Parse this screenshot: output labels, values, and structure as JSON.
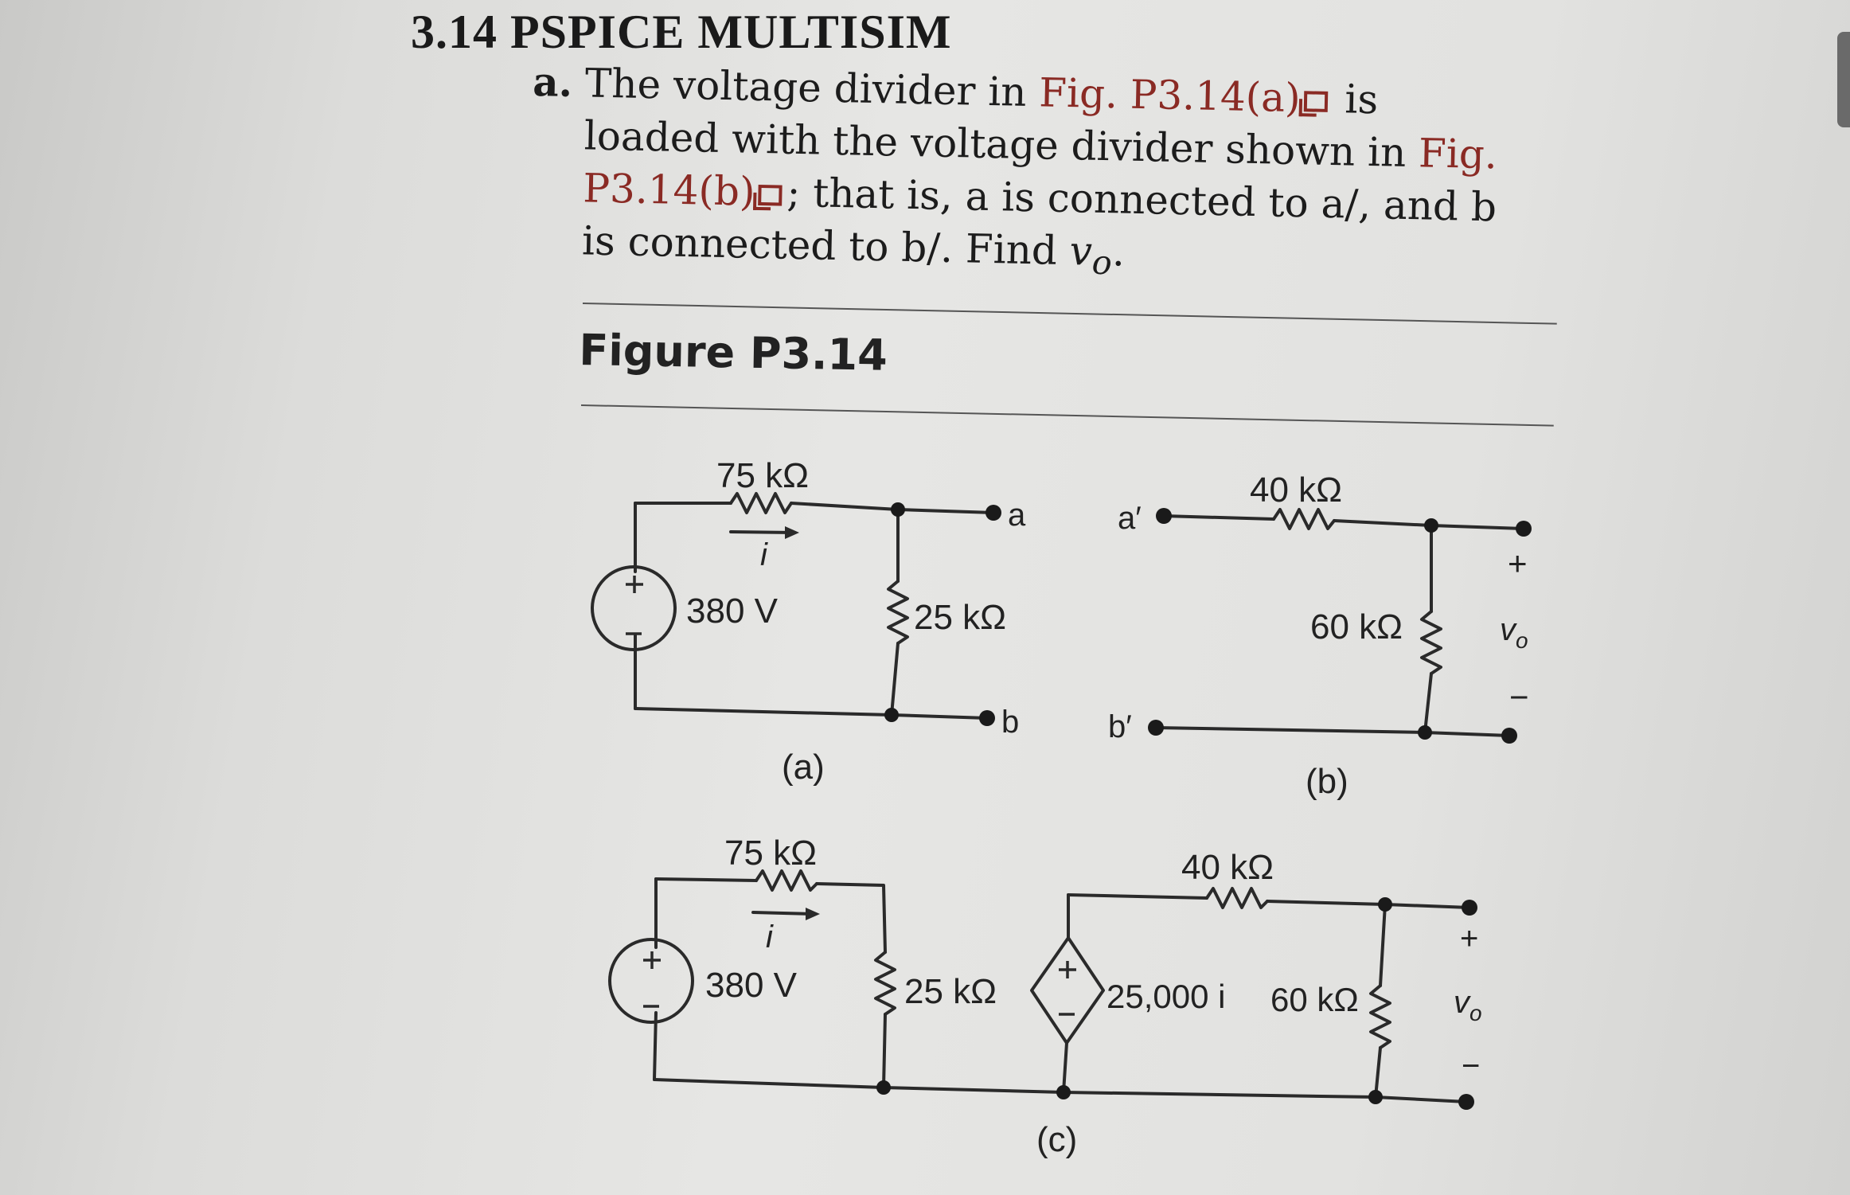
{
  "problem": {
    "heading": "3.14 PSPICE MULTISIM",
    "part_letter": "a.",
    "text_1": "The voltage divider in",
    "ref_a": "Fig. P3.14(a)",
    "text_2": "is",
    "text_3": "loaded with the voltage divider shown in",
    "ref_b_1": "Fig.",
    "ref_b_2": "P3.14(b)",
    "text_4": "; that is, a is connected to a/, and b",
    "text_5": "is connected to b/. Find",
    "vo_symbol": "v",
    "vo_sub": "o",
    "text_6": "."
  },
  "figure": {
    "title": "Figure P3.14",
    "a": {
      "r_series": "75 kΩ",
      "current": "i",
      "source": "380 V",
      "r_shunt": "25 kΩ",
      "node_top": "a",
      "node_bottom": "b",
      "caption": "(a)"
    },
    "b": {
      "node_top": "a′",
      "node_bottom": "b′",
      "r_series": "40 kΩ",
      "r_shunt": "60 kΩ",
      "plus": "+",
      "minus": "−",
      "vo": "v",
      "vo_sub": "o",
      "caption": "(b)"
    },
    "c": {
      "r_series_1": "75 kΩ",
      "current": "i",
      "source": "380 V",
      "r_shunt_1": "25 kΩ",
      "dep_source": "25,000 i",
      "r_series_2": "40 kΩ",
      "r_shunt_2": "60 kΩ",
      "plus": "+",
      "minus": "−",
      "vo": "v",
      "vo_sub": "o",
      "caption": "(c)"
    }
  }
}
